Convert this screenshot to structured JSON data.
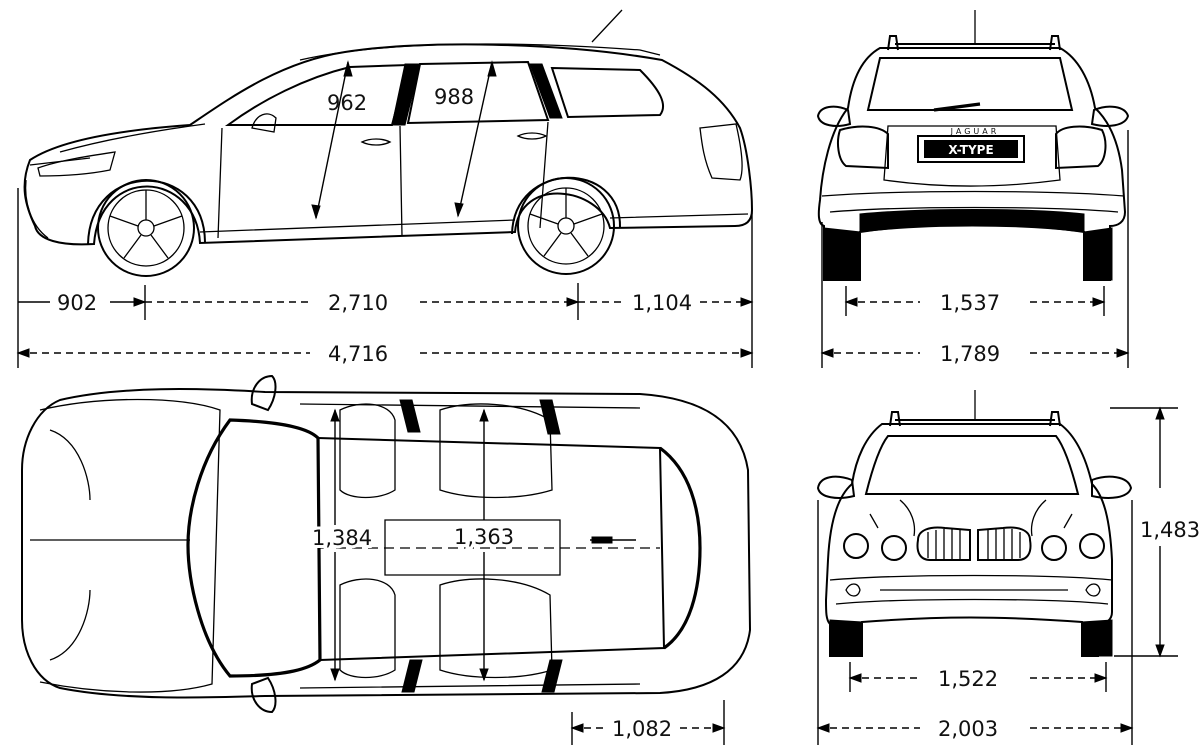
{
  "side_view": {
    "front_overhang": "902",
    "wheelbase": "2,710",
    "rear_overhang": "1,104",
    "overall_length": "4,716",
    "front_door_opening": "962",
    "rear_door_opening": "988"
  },
  "rear_view": {
    "plate_text": "X-TYPE",
    "badge_text": "JAGUAR",
    "rear_track": "1,537",
    "body_width": "1,789"
  },
  "top_view": {
    "front_shoulder_width": "1,384",
    "rear_shoulder_width": "1,363",
    "load_length": "1,082"
  },
  "front_view": {
    "height": "1,483",
    "front_track": "1,522",
    "width_with_mirrors": "2,003"
  }
}
